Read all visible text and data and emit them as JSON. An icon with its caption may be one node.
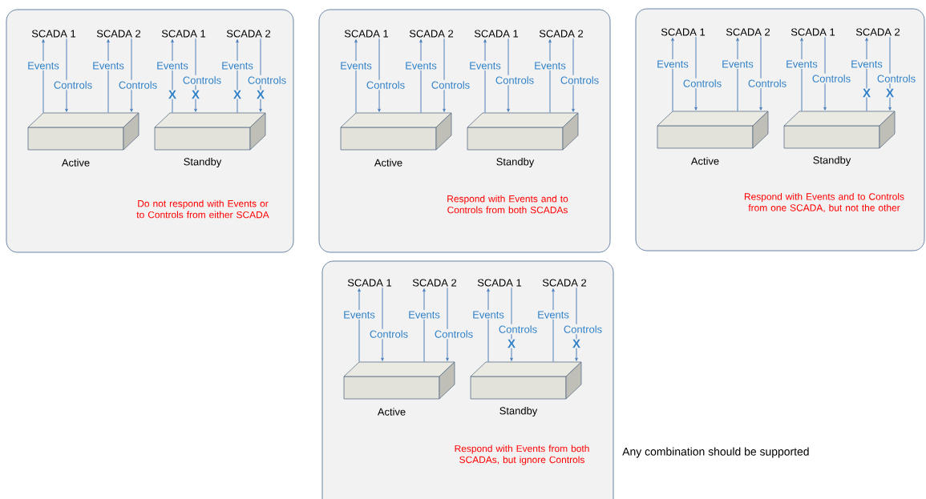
{
  "diagram": {
    "nodes": [
      {
        "text": [
          "Do not respond with Events or to Controls from either SCADA"
        ]
      },
      {
        "text": [
          "SCADA 1"
        ],
        "in": 0
      },
      {
        "text": [
          "SCADA 2"
        ],
        "in": 0
      },
      {
        "text": [
          "SCADA 1"
        ],
        "in": 0
      },
      {
        "text": [
          "SCADA 2"
        ],
        "in": 0
      },
      {
        "text": [
          "Active"
        ],
        "in": 0
      },
      {
        "text": [
          "Standby"
        ],
        "in": 0
      },
      {
        "text": [
          "Respond with Events and to Controls from both SCADAs"
        ]
      },
      {
        "text": [
          "SCADA 1"
        ],
        "in": 7
      },
      {
        "text": [
          "SCADA 2"
        ],
        "in": 7
      },
      {
        "text": [
          "SCADA 1"
        ],
        "in": 7
      },
      {
        "text": [
          "SCADA 2"
        ],
        "in": 7
      },
      {
        "text": [
          "Active"
        ],
        "in": 7
      },
      {
        "text": [
          "Standby"
        ],
        "in": 7
      },
      {
        "text": [
          "Respond with Events and to Controls from one SCADA, but not the other"
        ]
      },
      {
        "text": [
          "SCADA 1"
        ],
        "in": 14
      },
      {
        "text": [
          "SCADA 2"
        ],
        "in": 14
      },
      {
        "text": [
          "SCADA 1"
        ],
        "in": 14
      },
      {
        "text": [
          "SCADA 2"
        ],
        "in": 14
      },
      {
        "text": [
          "Active"
        ],
        "in": 14
      },
      {
        "text": [
          "Standby"
        ],
        "in": 14
      },
      {
        "text": [
          "Respond with Events from both SCADAs, but ignore Controls"
        ]
      },
      {
        "text": [
          "SCADA 1"
        ],
        "in": 21
      },
      {
        "text": [
          "SCADA 2"
        ],
        "in": 21
      },
      {
        "text": [
          "SCADA 1"
        ],
        "in": 21
      },
      {
        "text": [
          "SCADA 2"
        ],
        "in": 21
      },
      {
        "text": [
          "Active"
        ],
        "in": 21
      },
      {
        "text": [
          "Standby"
        ],
        "in": 21
      }
    ],
    "edges": [
      {
        "from": 5,
        "to": 1,
        "arrow": "to",
        "label": "Events"
      },
      {
        "from": 1,
        "to": 5,
        "arrow": "to",
        "label": "Controls"
      },
      {
        "from": 5,
        "to": 2,
        "arrow": "to",
        "label": "Events"
      },
      {
        "from": 2,
        "to": 5,
        "arrow": "to",
        "label": "Controls"
      },
      {
        "from": 6,
        "to": 3,
        "arrow": "to",
        "label": "Events"
      },
      {
        "from": 3,
        "to": 6,
        "arrow": "to",
        "label": "Controls"
      },
      {
        "from": 6,
        "to": 4,
        "arrow": "to",
        "label": "Events"
      },
      {
        "from": 4,
        "to": 6,
        "arrow": "to",
        "label": "Controls"
      },
      {
        "from": 12,
        "to": 8,
        "arrow": "to",
        "label": "Events"
      },
      {
        "from": 8,
        "to": 12,
        "arrow": "to",
        "label": "Controls"
      },
      {
        "from": 12,
        "to": 9,
        "arrow": "to",
        "label": "Events"
      },
      {
        "from": 9,
        "to": 12,
        "arrow": "to",
        "label": "Controls"
      },
      {
        "from": 13,
        "to": 10,
        "arrow": "to",
        "label": "Events"
      },
      {
        "from": 10,
        "to": 13,
        "arrow": "to",
        "label": "Controls"
      },
      {
        "from": 13,
        "to": 11,
        "arrow": "to",
        "label": "Events"
      },
      {
        "from": 11,
        "to": 13,
        "arrow": "to",
        "label": "Controls"
      },
      {
        "from": 19,
        "to": 15,
        "arrow": "to",
        "label": "Events"
      },
      {
        "from": 15,
        "to": 19,
        "arrow": "to",
        "label": "Controls"
      },
      {
        "from": 19,
        "to": 16,
        "arrow": "to",
        "label": "Events"
      },
      {
        "from": 16,
        "to": 19,
        "arrow": "to",
        "label": "Controls"
      },
      {
        "from": 20,
        "to": 17,
        "arrow": "to",
        "label": "Events"
      },
      {
        "from": 17,
        "to": 20,
        "arrow": "to",
        "label": "Controls"
      },
      {
        "from": 20,
        "to": 18,
        "arrow": "to",
        "label": "Events"
      },
      {
        "from": 18,
        "to": 20,
        "arrow": "to",
        "label": "Controls"
      },
      {
        "from": 26,
        "to": 22,
        "arrow": "to",
        "label": "Events"
      },
      {
        "from": 22,
        "to": 26,
        "arrow": "to",
        "label": "Controls"
      },
      {
        "from": 26,
        "to": 23,
        "arrow": "to",
        "label": "Events"
      },
      {
        "from": 23,
        "to": 26,
        "arrow": "to",
        "label": "Controls"
      },
      {
        "from": 27,
        "to": 24,
        "arrow": "to",
        "label": "Events"
      },
      {
        "from": 24,
        "to": 27,
        "arrow": "to",
        "label": "Controls"
      },
      {
        "from": 27,
        "to": 25,
        "arrow": "to",
        "label": "Events"
      },
      {
        "from": 25,
        "to": 27,
        "arrow": "to",
        "label": "Controls"
      }
    ],
    "labels": [
      "X",
      "X",
      "X",
      "X",
      "X",
      "X",
      "X",
      "X",
      "Any combination should be supported"
    ]
  }
}
